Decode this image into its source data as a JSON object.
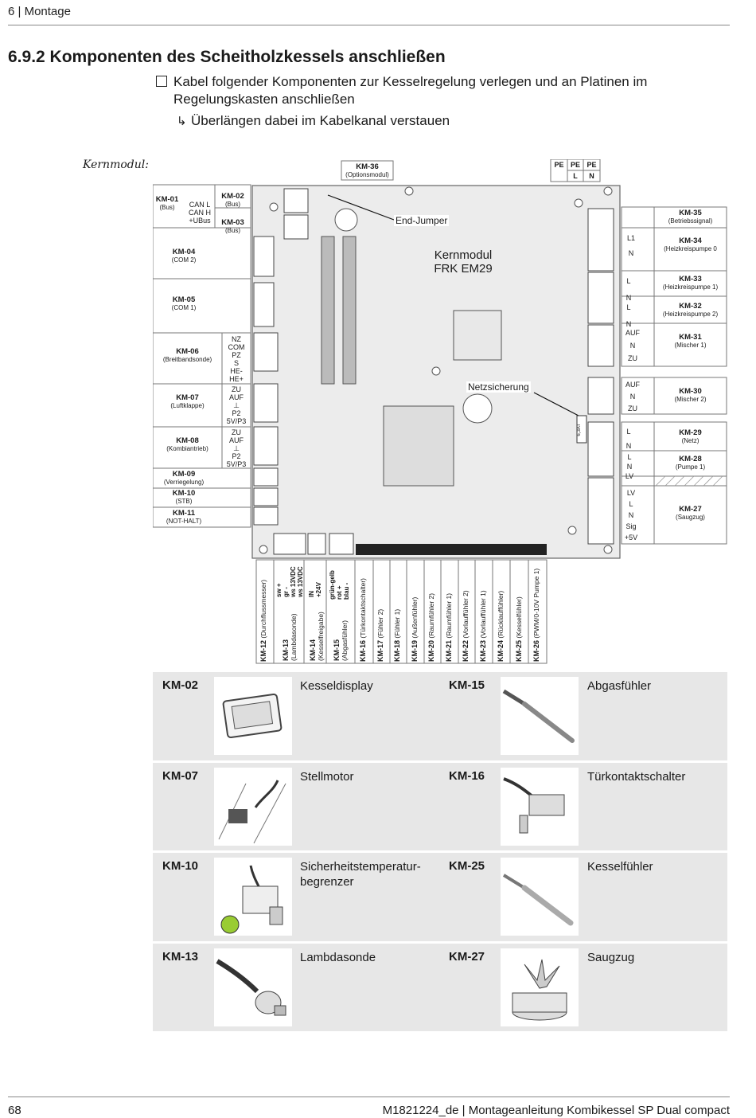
{
  "header": {
    "text": "6 | Montage"
  },
  "section": {
    "title": "6.9.2 Komponenten des Scheitholzkessels anschließen"
  },
  "step": {
    "text": "Kabel folgender Komponenten zur Kesselregelung verlegen und an Platinen im Regelungskasten anschließen"
  },
  "result": {
    "text": "Überlängen dabei im Kabelkanal verstauen"
  },
  "diagram": {
    "caption": "Kernmodul:",
    "board_title": "Kernmodul",
    "board_model": "FRK EM29",
    "end_jumper": "End-Jumper",
    "netzsicherung": "Netzsicherung",
    "fuse_label": "6,3AT",
    "km36": {
      "code": "KM-36",
      "desc": "(Optionsmodul)"
    },
    "pe": [
      "PE",
      "PE",
      "PE"
    ],
    "pe_sub": [
      "L",
      "N"
    ],
    "left": [
      {
        "code": "KM-01",
        "desc": "(Bus)",
        "pins": "CAN L\nCAN H\n+UBus"
      },
      {
        "code": "KM-02",
        "desc": "(Bus)"
      },
      {
        "code": "KM-03",
        "desc": "(Bus)"
      },
      {
        "code": "KM-04",
        "desc": "(COM 2)"
      },
      {
        "code": "KM-05",
        "desc": "(COM 1)"
      },
      {
        "code": "KM-06",
        "desc": "(Breitbandsonde)",
        "pins": "NZ\nCOM\nPZ\nS\nHE-\nHE+"
      },
      {
        "code": "KM-07",
        "desc": "(Luftklappe)",
        "pins": "ZU\nAUF\n⊥\nP2\n5V/P3"
      },
      {
        "code": "KM-08",
        "desc": "(Kombiantrieb)",
        "pins": "ZU\nAUF\n⊥\nP2\n5V/P3"
      },
      {
        "code": "KM-09",
        "desc": "(Verriegelung)"
      },
      {
        "code": "KM-10",
        "desc": "(STB)"
      },
      {
        "code": "KM-11",
        "desc": "(NOT-HALT)"
      }
    ],
    "right": [
      {
        "code": "KM-35",
        "desc": "(Betriebssignal)"
      },
      {
        "code": "KM-34",
        "desc": "(Heizkreispumpe 0",
        "pins": "L1\nN"
      },
      {
        "code": "KM-33",
        "desc": "(Heizkreispumpe 1)",
        "pins": "L\nN"
      },
      {
        "code": "KM-32",
        "desc": "(Heizkreispumpe 2)",
        "pins": "L\nN"
      },
      {
        "code": "KM-31",
        "desc": "(Mischer 1)",
        "pins": "AUF\nN\nZU"
      },
      {
        "code": "KM-30",
        "desc": "(Mischer 2)",
        "pins": "AUF\nN\nZU"
      },
      {
        "code": "KM-29",
        "desc": "(Netz)",
        "pins": "L\nN"
      },
      {
        "code": "KM-28",
        "desc": "(Pumpe 1)",
        "pins": "L\nN\nLV"
      },
      {
        "code": "KM-27",
        "desc": "(Saugzug)",
        "pins": "LV\nL\nN\nSig\n+5V"
      }
    ],
    "bottom": [
      {
        "code": "KM-12",
        "desc": "(Durchflussmesser)"
      },
      {
        "code": "KM-13",
        "desc": "(Lambdasonde)",
        "pins": "sw +\ngr -\nws 13VDC\nws 13VDC"
      },
      {
        "code": "KM-14",
        "desc": "(Kesselfreigabe)",
        "pins": "IN\n+24V"
      },
      {
        "code": "KM-15",
        "desc": "(Abgasfühler)",
        "pins": "grün-gelb\nrot +\nblau -"
      },
      {
        "code": "KM-16",
        "desc": "(Türkontaktschalter)"
      },
      {
        "code": "KM-17",
        "desc": "(Fühler 2)"
      },
      {
        "code": "KM-18",
        "desc": "(Fühler 1)"
      },
      {
        "code": "KM-19",
        "desc": "(Außenfühler)"
      },
      {
        "code": "KM-20",
        "desc": "(Raumfühler 2)"
      },
      {
        "code": "KM-21",
        "desc": "(Raumfühler 1)"
      },
      {
        "code": "KM-22",
        "desc": "(Vorlauffühler 2)"
      },
      {
        "code": "KM-23",
        "desc": "(Vorlauffühler 1)"
      },
      {
        "code": "KM-24",
        "desc": "(Rücklauffühler)"
      },
      {
        "code": "KM-25",
        "desc": "(Kesselfühler)"
      },
      {
        "code": "KM-26",
        "desc": "(PWM/0-10V Pumpe 1)"
      }
    ]
  },
  "components": [
    {
      "left": {
        "code": "KM-02",
        "name": "Kesseldisplay",
        "icon": "display-icon"
      },
      "right": {
        "code": "KM-15",
        "name": "Abgasfühler",
        "icon": "probe-icon"
      }
    },
    {
      "left": {
        "code": "KM-07",
        "name": "Stellmotor",
        "icon": "actuator-icon"
      },
      "right": {
        "code": "KM-16",
        "name": "Türkontaktschalter",
        "icon": "switch-icon"
      }
    },
    {
      "left": {
        "code": "KM-10",
        "name": "Sicherheitstemperatur-begrenzer",
        "icon": "stb-icon"
      },
      "right": {
        "code": "KM-25",
        "name": "Kesselfühler",
        "icon": "sensor-icon"
      }
    },
    {
      "left": {
        "code": "KM-13",
        "name": "Lambdasonde",
        "icon": "lambda-icon"
      },
      "right": {
        "code": "KM-27",
        "name": "Saugzug",
        "icon": "fan-icon"
      }
    }
  ],
  "footer": {
    "page": "68",
    "doc": "M1821224_de | Montageanleitung Kombikessel SP Dual compact"
  }
}
